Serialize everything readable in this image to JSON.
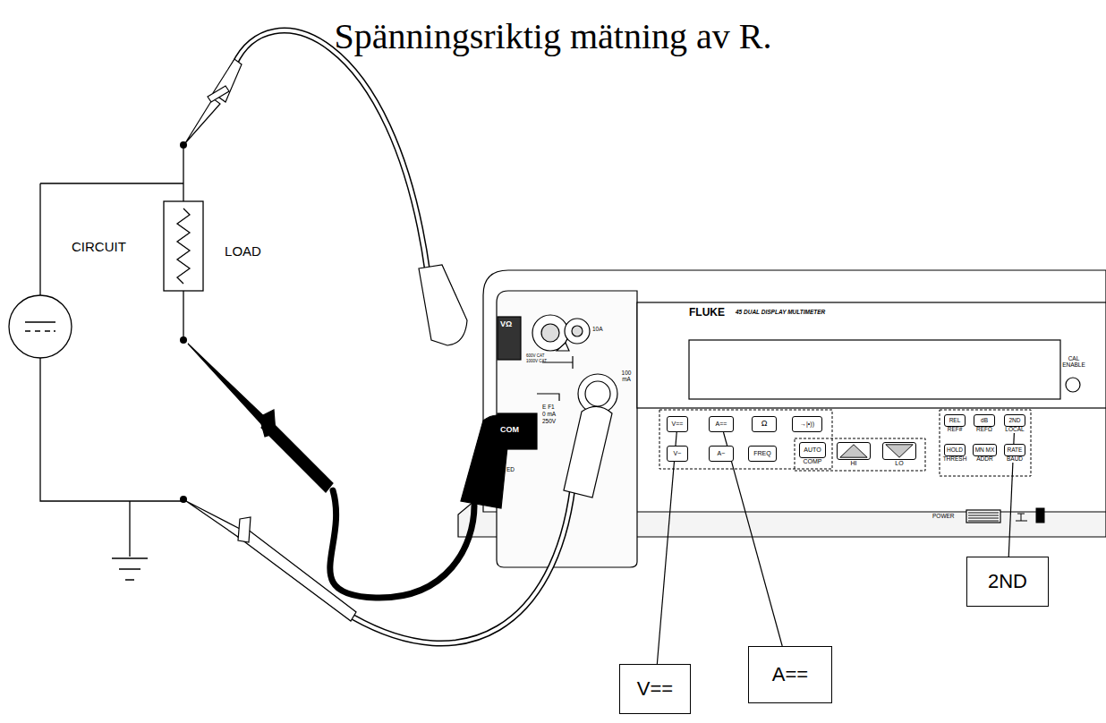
{
  "diagram": {
    "title": "Spänningsriktig mätning av R.",
    "nodes": [
      {
        "text": [
          "LOAD"
        ]
      },
      {
        "text": [
          "V=="
        ]
      },
      {
        "text": [
          "A=="
        ]
      },
      {
        "text": [
          "Ω"
        ]
      },
      {
        "text": [
          "→|•))"
        ]
      },
      {
        "text": [
          "V~"
        ]
      },
      {
        "text": [
          "A~"
        ]
      },
      {
        "text": [
          "FREQ"
        ]
      },
      {
        "text": [
          "AUTO",
          "COMP"
        ]
      },
      {
        "text": [
          "HI"
        ]
      },
      {
        "text": [
          "LO"
        ]
      },
      {
        "text": [
          "REL",
          "REF#"
        ]
      },
      {
        "text": [
          "dB",
          "REFΩ"
        ]
      },
      {
        "text": [
          "2ND",
          "LOCAL"
        ]
      },
      {
        "text": [
          "HOLD",
          "THRESH"
        ]
      },
      {
        "text": [
          "MN MX",
          "ADDR"
        ]
      },
      {
        "text": [
          "RATE",
          "BAUD"
        ]
      },
      {
        "text": [
          "V=="
        ]
      },
      {
        "text": [
          "A=="
        ]
      },
      {
        "text": [
          "2ND"
        ]
      }
    ],
    "edges": [
      {
        "from": 17,
        "to": 1,
        "arrow": "none"
      },
      {
        "from": 18,
        "to": 2,
        "arrow": "none"
      },
      {
        "from": 19,
        "to": 13,
        "arrow": "none"
      }
    ],
    "labels": [
      "CIRCUIT",
      "FLUKE",
      "45 DUAL DISPLAY MULTIMETER",
      "CAL ENABLE",
      "POWER",
      "10A",
      "100 mA",
      "600V CAT",
      "1000V CAT",
      "COM",
      "VΩ",
      "E F1",
      "0 mA",
      "250V",
      "ED"
    ]
  }
}
